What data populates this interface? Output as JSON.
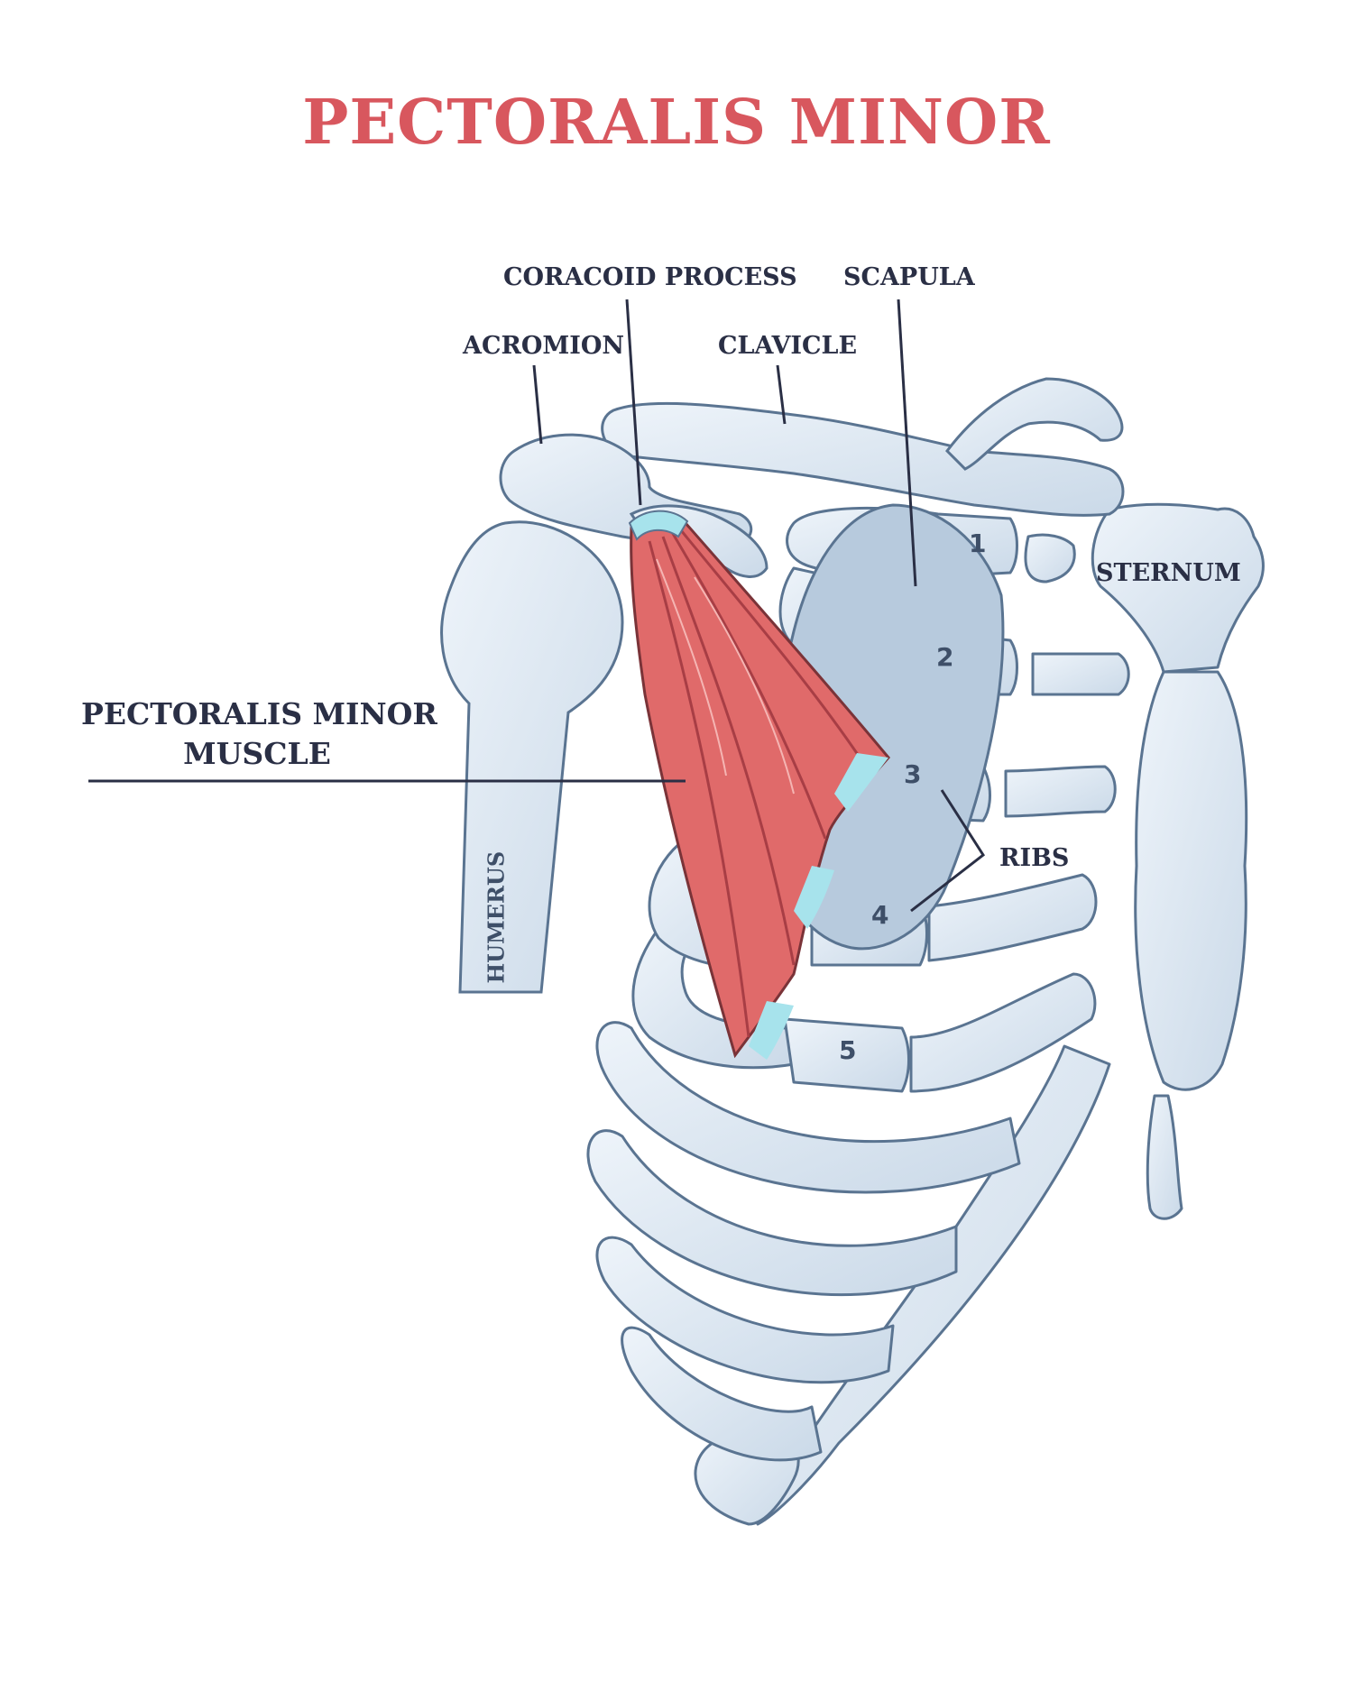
{
  "title": "PECTORALIS MINOR",
  "colors": {
    "title": "#d8575e",
    "bone_fill": "#dfe9f4",
    "bone_shade": "#b7cadd",
    "bone_outline": "#5a7491",
    "muscle": "#e06a6a",
    "muscle_dark": "#c64a50",
    "tendon": "#a7e3ec",
    "leader_line": "#2a2f45"
  },
  "labels": {
    "coracoid_process": "CORACOID PROCESS",
    "scapula": "SCAPULA",
    "acromion": "ACROMION",
    "clavicle": "CLAVICLE",
    "sternum": "STERNUM",
    "muscle_line1": "PECTORALIS MINOR",
    "muscle_line2": "MUSCLE",
    "ribs": "RIBS",
    "humerus": "HUMERUS"
  },
  "rib_numbers": [
    "1",
    "2",
    "3",
    "4",
    "5"
  ]
}
